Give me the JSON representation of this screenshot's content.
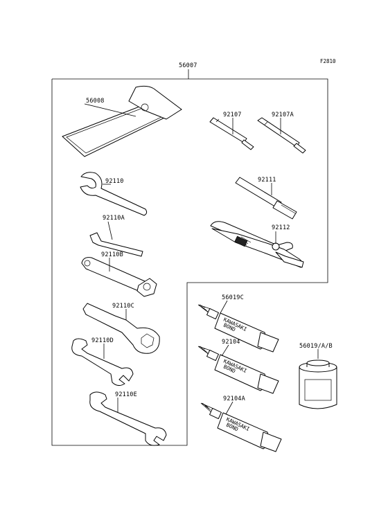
{
  "figure_code": "F2810",
  "labels": {
    "toolkit": "56007",
    "pouch": "56008",
    "screwdriver": "92107",
    "screwdriver_a": "92107A",
    "spanner": "92110",
    "spanner_a": "92110A",
    "spanner_b": "92110B",
    "spanner_c": "92110C",
    "spanner_d": "92110D",
    "spanner_e": "92110E",
    "handle": "92111",
    "pliers": "92112",
    "bond_c": "56019C",
    "bond": "92104",
    "bond_a": "92104A",
    "can": "56019/A/B"
  },
  "tube_print": [
    "KAWASAKI",
    "BOND"
  ]
}
